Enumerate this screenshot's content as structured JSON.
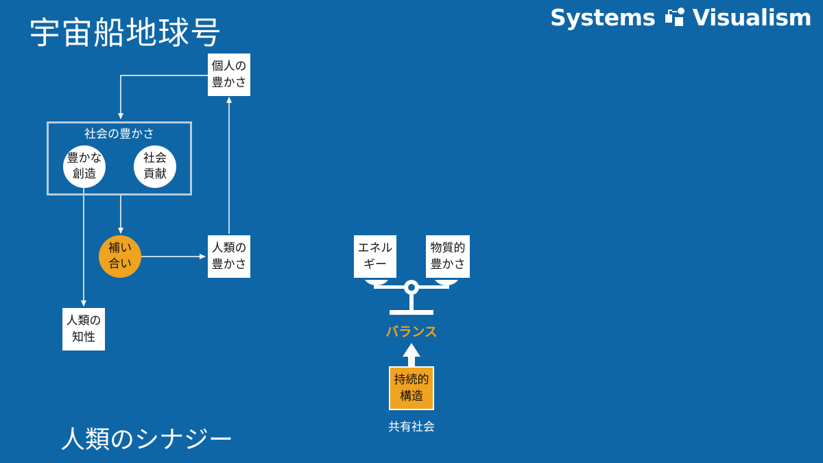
{
  "title": "宇宙船地球号",
  "subtitle": "人類のシナジー",
  "brand": {
    "part1": "Systems",
    "part2": "Visualism",
    "logo_icon": "systems-visualism-logo"
  },
  "diagram": {
    "personal_wealth": [
      "個人の",
      "豊かさ"
    ],
    "society_group_label": "社会の豊かさ",
    "rich_creation": [
      "豊かな",
      "創造"
    ],
    "social_contribution": [
      "社会",
      "貢献"
    ],
    "complement": [
      "補い",
      "合い"
    ],
    "human_wealth": [
      "人類の",
      "豊かさ"
    ],
    "human_intellect": [
      "人類の",
      "知性"
    ],
    "energy": [
      "エネル",
      "ギー"
    ],
    "material_wealth": [
      "物質的",
      "豊かさ"
    ],
    "balance": "バランス",
    "sustainable_structure": [
      "持続的",
      "構造"
    ],
    "shared_society": "共有社会"
  },
  "colors": {
    "background": "#0f66a6",
    "accent_orange": "#f0a31f",
    "group_border": "#b9ccdb"
  }
}
